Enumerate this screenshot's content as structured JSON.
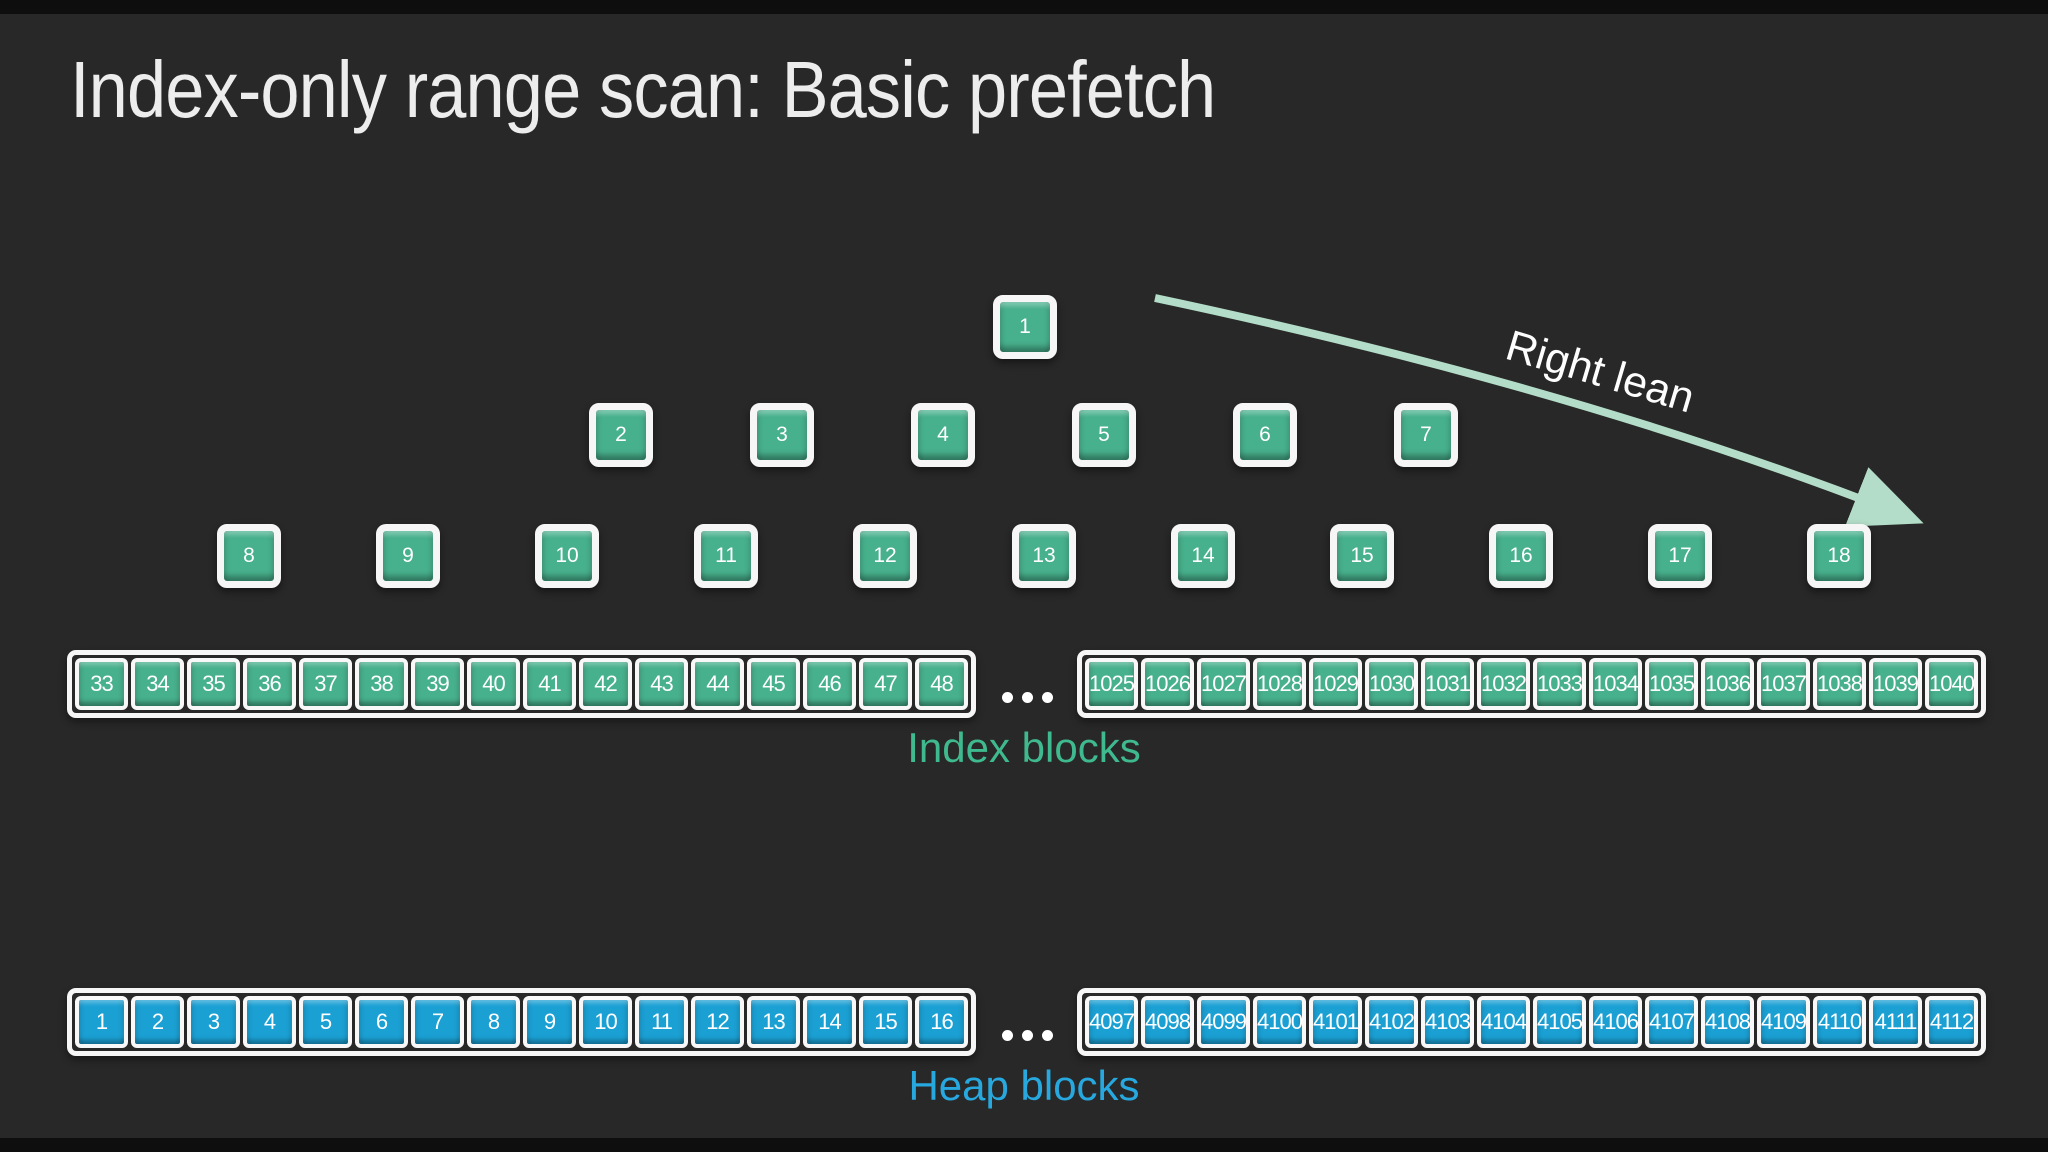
{
  "slide": {
    "title": "Index-only range scan: Basic prefetch"
  },
  "annotation": {
    "label": "Right lean"
  },
  "tree": {
    "level1": [
      "1"
    ],
    "level2": [
      "2",
      "3",
      "4",
      "5",
      "6",
      "7"
    ],
    "level3": [
      "8",
      "9",
      "10",
      "11",
      "12",
      "13",
      "14",
      "15",
      "16",
      "17",
      "18"
    ]
  },
  "index_row": {
    "label": "Index blocks",
    "left_blocks": [
      "33",
      "34",
      "35",
      "36",
      "37",
      "38",
      "39",
      "40",
      "41",
      "42",
      "43",
      "44",
      "45",
      "46",
      "47",
      "48"
    ],
    "ellipsis": "...",
    "right_blocks": [
      "1025",
      "1026",
      "1027",
      "1028",
      "1029",
      "1030",
      "1031",
      "1032",
      "1033",
      "1034",
      "1035",
      "1036",
      "1037",
      "1038",
      "1039",
      "1040"
    ]
  },
  "heap_row": {
    "label": "Heap blocks",
    "left_blocks": [
      "1",
      "2",
      "3",
      "4",
      "5",
      "6",
      "7",
      "8",
      "9",
      "10",
      "11",
      "12",
      "13",
      "14",
      "15",
      "16"
    ],
    "ellipsis": "...",
    "right_blocks": [
      "4097",
      "4098",
      "4099",
      "4100",
      "4101",
      "4102",
      "4103",
      "4104",
      "4105",
      "4106",
      "4107",
      "4108",
      "4109",
      "4110",
      "4111",
      "4112"
    ]
  },
  "colors": {
    "background": "#282828",
    "index_green": "#47b08c",
    "heap_blue": "#1ba0d4",
    "index_label_green": "#3fba8e",
    "heap_label_blue": "#27a9e0",
    "arrow_mint": "#b3ddc8",
    "title_text": "#ededed",
    "block_border_white": "#f6f6f6"
  }
}
